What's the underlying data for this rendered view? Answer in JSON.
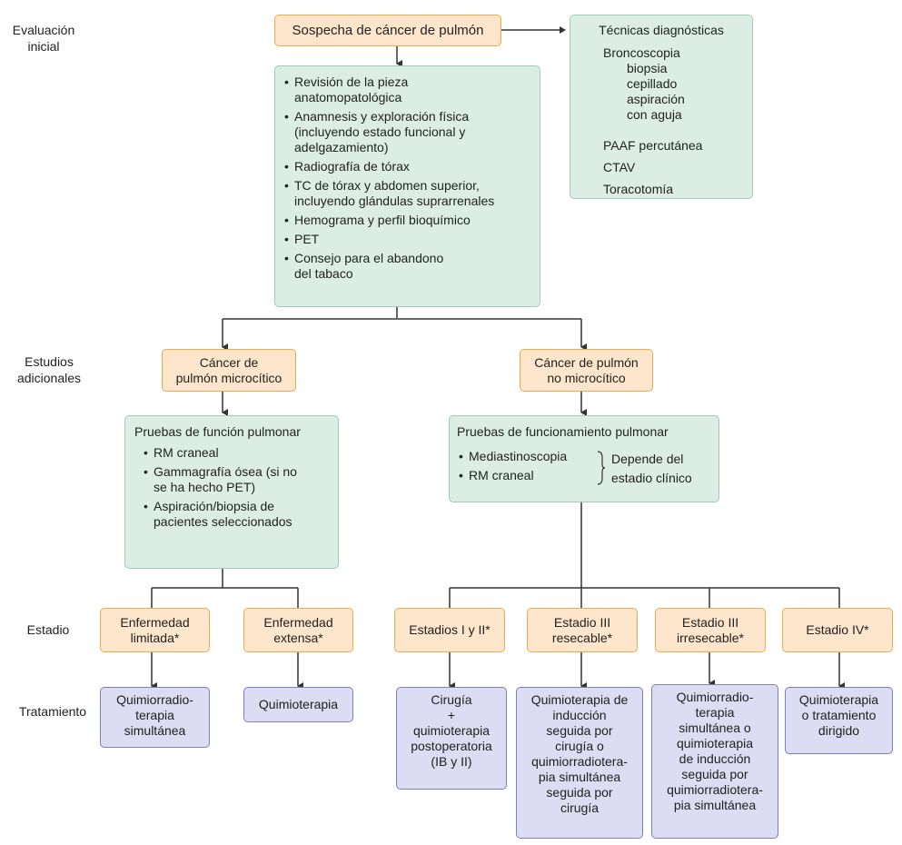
{
  "row_labels": {
    "evaluacion": "Evaluación\ninicial",
    "estudios": "Estudios\nadicionales",
    "estadio": "Estadio",
    "tratamiento": "Tratamiento"
  },
  "root": {
    "label": "Sospecha de cáncer de pulmón"
  },
  "initial_workup": {
    "items": [
      "Revisión de la pieza\nanatomopatológica",
      "Anamnesis y exploración física\n(incluyendo estado funcional y\nadelgazamiento)",
      "Radiografía de tórax",
      "TC de tórax y abdomen superior,\nincluyendo glándulas suprarrenales",
      "Hemograma y perfil bioquímico",
      "PET",
      "Consejo para el abandono\ndel tabaco"
    ]
  },
  "diagnostic_techniques": {
    "title": "Técnicas diagnósticas",
    "items": [
      {
        "label": "Broncoscopia",
        "sub": [
          "biopsia",
          "cepillado",
          "aspiración",
          "con aguja"
        ]
      },
      {
        "label": "PAAF percutánea",
        "sub": []
      },
      {
        "label": "CTAV",
        "sub": []
      },
      {
        "label": "Toracotomía",
        "sub": []
      }
    ]
  },
  "sclc": {
    "label": "Cáncer de\npulmón microcítico",
    "tests_title": "Pruebas de función pulmonar",
    "tests": [
      "RM craneal",
      "Gammagrafía ósea (si no\nse ha hecho PET)",
      "Aspiración/biopsia de\npacientes seleccionados"
    ],
    "stages": [
      {
        "label": "Enfermedad\nlimitada*",
        "treatment": "Quimiorradio-\nterapia\nsimultánea"
      },
      {
        "label": "Enfermedad\nextensa*",
        "treatment": "Quimioterapia"
      }
    ]
  },
  "nsclc": {
    "label": "Cáncer de pulmón\nno microcítico",
    "tests_title": "Pruebas de funcionamiento pulmonar",
    "tests": [
      "Mediastinoscopia",
      "RM craneal"
    ],
    "tests_note": "Depende del\nestadio clínico",
    "stages": [
      {
        "label": "Estadios I y II*",
        "treatment": "Cirugía\n+\nquimioterapia\npostoperatoria\n(IB y II)"
      },
      {
        "label": "Estadio III\nresecable*",
        "treatment": "Quimioterapia de\ninducción\nseguida por\ncirugía o\nquimiorradiotera-\npia simultánea\nseguida por\ncirugía"
      },
      {
        "label": "Estadio III\nirresecable*",
        "treatment": "Quimiorradio-\nterapia\nsimultánea o\nquimioterapia\nde inducción\nseguida por\nquimiorradiotera-\npia simultánea"
      },
      {
        "label": "Estadio IV*",
        "treatment": "Quimioterapia\no tratamiento\ndirigido"
      }
    ]
  },
  "colors": {
    "stage_fill": "#fde6cb",
    "stage_border": "#f0a94e",
    "workup_fill": "#dcede6",
    "workup_border": "#9fcdb5",
    "treatment_fill": "#dcdcf2",
    "treatment_border": "#7d7fb8",
    "connector": "#333333"
  }
}
